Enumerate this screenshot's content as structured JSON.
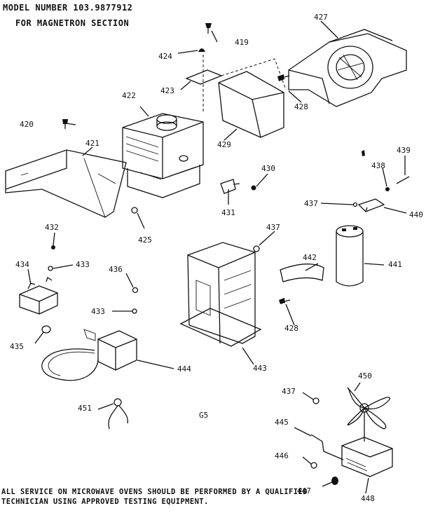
{
  "header": {
    "model_line": "MODEL NUMBER  103.9877912",
    "section_line": "FOR MAGNETRON SECTION"
  },
  "callouts": [
    {
      "id": "419",
      "label": "419"
    },
    {
      "id": "420",
      "label": "420"
    },
    {
      "id": "421",
      "label": "421"
    },
    {
      "id": "422",
      "label": "422"
    },
    {
      "id": "423",
      "label": "423"
    },
    {
      "id": "424",
      "label": "424"
    },
    {
      "id": "425",
      "label": "425"
    },
    {
      "id": "427",
      "label": "427"
    },
    {
      "id": "428a",
      "label": "428"
    },
    {
      "id": "428b",
      "label": "428"
    },
    {
      "id": "429",
      "label": "429"
    },
    {
      "id": "430",
      "label": "430"
    },
    {
      "id": "431",
      "label": "431"
    },
    {
      "id": "432",
      "label": "432"
    },
    {
      "id": "433a",
      "label": "433"
    },
    {
      "id": "433b",
      "label": "433"
    },
    {
      "id": "434",
      "label": "434"
    },
    {
      "id": "435",
      "label": "435"
    },
    {
      "id": "436",
      "label": "436"
    },
    {
      "id": "437a",
      "label": "437"
    },
    {
      "id": "437b",
      "label": "437"
    },
    {
      "id": "437c",
      "label": "437"
    },
    {
      "id": "438",
      "label": "438"
    },
    {
      "id": "439",
      "label": "439"
    },
    {
      "id": "440",
      "label": "440"
    },
    {
      "id": "441",
      "label": "441"
    },
    {
      "id": "442",
      "label": "442"
    },
    {
      "id": "443",
      "label": "443"
    },
    {
      "id": "444",
      "label": "444"
    },
    {
      "id": "445",
      "label": "445"
    },
    {
      "id": "446",
      "label": "446"
    },
    {
      "id": "447",
      "label": "447"
    },
    {
      "id": "448",
      "label": "448"
    },
    {
      "id": "450",
      "label": "450"
    },
    {
      "id": "451",
      "label": "451"
    }
  ],
  "page_code": "G5",
  "footer": {
    "line1": "ALL SERVICE ON MICROWAVE OVENS SHOULD BE PERFORMED BY A QUALIFIED",
    "line2": "TECHNICIAN USING APPROVED TESTING EQUIPMENT."
  }
}
